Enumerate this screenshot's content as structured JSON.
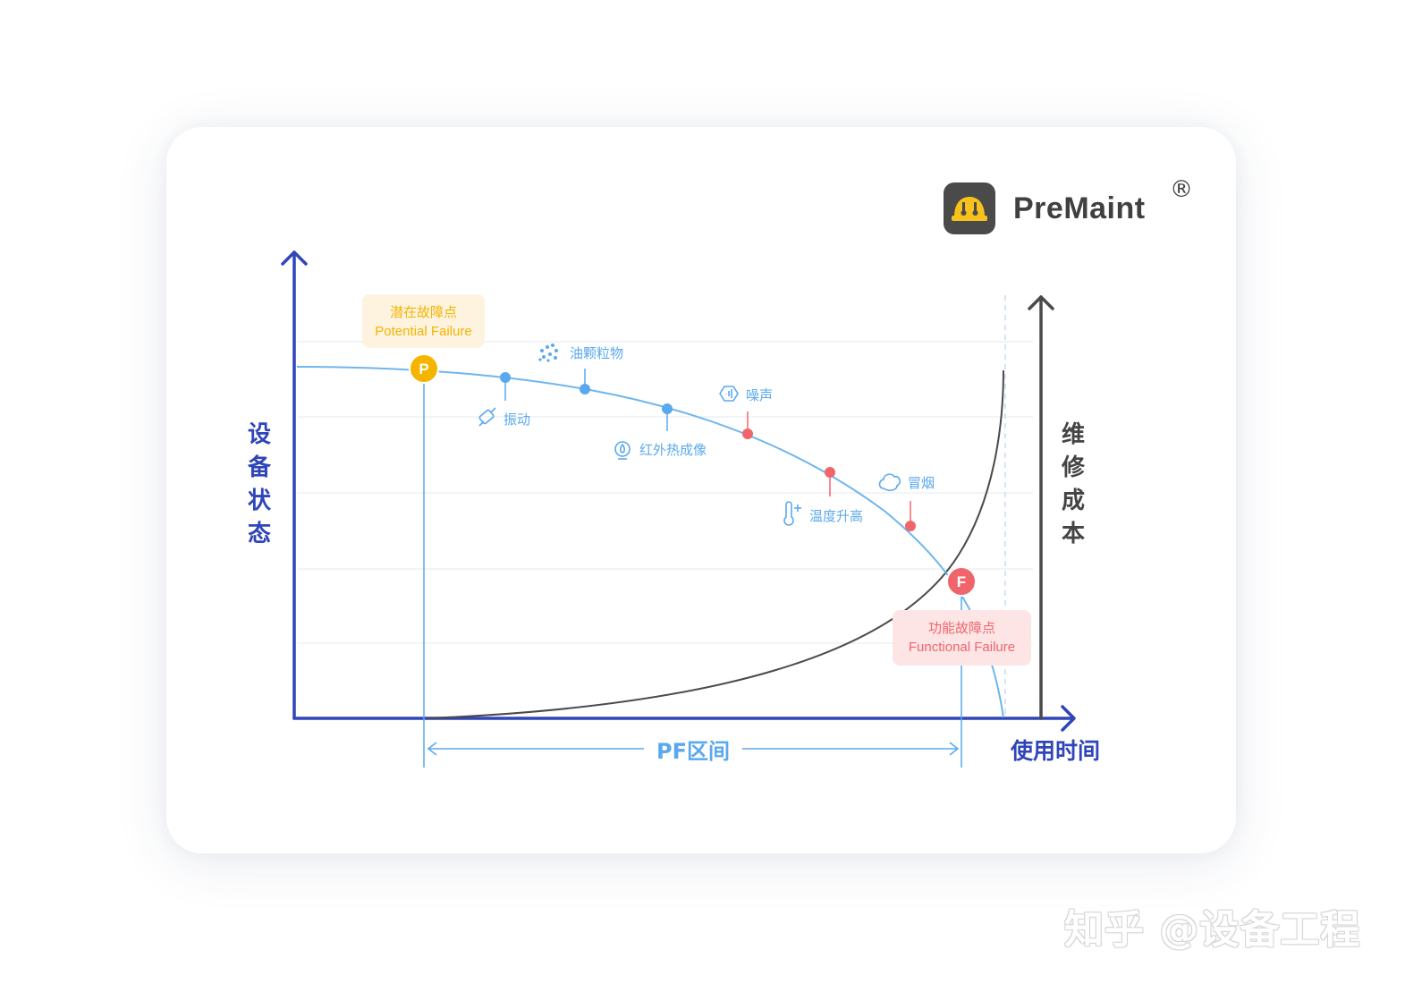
{
  "brand": {
    "name": "PreMaint",
    "registered_mark": "®"
  },
  "axes": {
    "y_left_label": "设备状态",
    "y_right_label": "维修成本",
    "x_label": "使用时间"
  },
  "interval_label": "PF区间",
  "points": {
    "p": {
      "marker": "P",
      "title": "潜在故障点",
      "subtitle": "Potential Failure",
      "color": "#f4b400"
    },
    "f": {
      "marker": "F",
      "title": "功能故障点",
      "subtitle": "Functional Failure",
      "color": "#f0656c"
    }
  },
  "indicators": [
    {
      "label": "振动",
      "icon": "vibration-icon",
      "color": "#5aa9ee"
    },
    {
      "label": "油颗粒物",
      "icon": "oil-particles-icon",
      "color": "#5aa9ee"
    },
    {
      "label": "红外热成像",
      "icon": "infrared-icon",
      "color": "#5aa9ee"
    },
    {
      "label": "噪声",
      "icon": "noise-icon",
      "color": "#f0656c"
    },
    {
      "label": "温度升高",
      "icon": "thermometer-icon",
      "color": "#f0656c"
    },
    {
      "label": "冒烟",
      "icon": "smoke-icon",
      "color": "#f0656c"
    }
  ],
  "colors": {
    "axis": "#2f45b8",
    "condition_curve": "#6fb6ec",
    "cost_curve": "#4a4a4a",
    "interval": "#5aa9ee"
  },
  "watermark": "知乎 @设备工程"
}
